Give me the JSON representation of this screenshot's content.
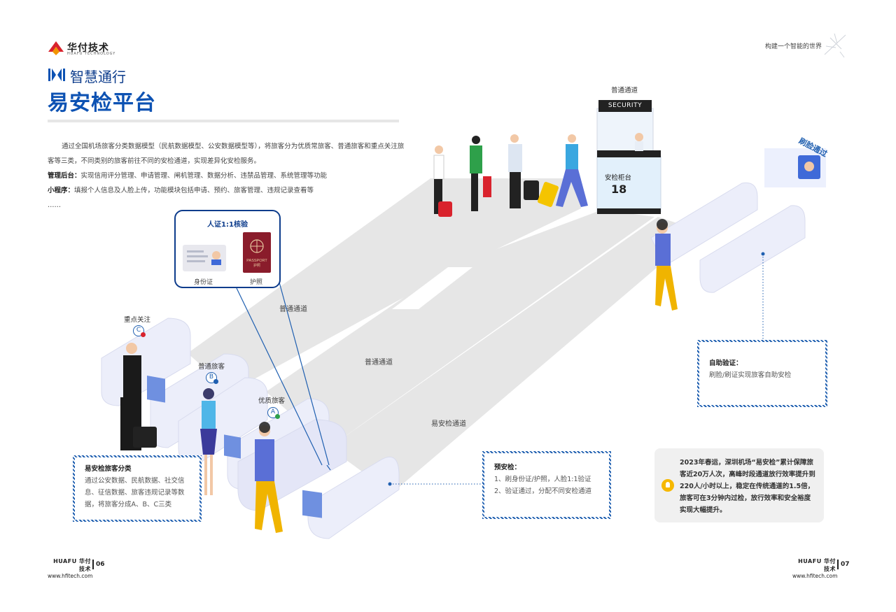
{
  "header": {
    "logo_text": "华付技术",
    "logo_sub": "HUAFU TECHNOLOGY",
    "slogan": "构建一个智能的世界"
  },
  "section": {
    "subtitle": "智慧通行",
    "title": "易安检平台"
  },
  "intro": {
    "paragraph": "通过全国机场旅客分类数据模型（民航数据模型、公安数据模型等），将旅客分为优质常旅客、普通旅客和重点关注旅客等三类，不同类别的旅客前往不同的安检通道，实现差异化安检服务。",
    "admin_label": "管理后台：",
    "admin_text": "实现信用评分管理、申请管理、闸机管理、数据分析、违禁品管理、系统管理等功能",
    "mini_label": "小程序：",
    "mini_text": "填报个人信息及人脸上传，功能模块包括申请、预约、旅客管理、违规记录查看等",
    "ellipsis": "……"
  },
  "scene": {
    "lane_normal_1": "普通通道",
    "lane_normal_2": "普通通道",
    "lane_easy": "易安检通道",
    "top_lane": "普通通道",
    "security_sign": "SECURITY",
    "counter_label": "安检柜台",
    "counter_number": "18",
    "face_pass": "刷脸通过"
  },
  "callout": {
    "title": "人证1:1核验",
    "id_label": "身份证",
    "passport_label": "护照",
    "passport_text": "PASSPORT",
    "passport_cn": "护照"
  },
  "passengers": {
    "focus_label": "重点关注",
    "focus_badge": "C",
    "normal_label": "普通旅客",
    "normal_badge": "B",
    "premium_label": "优质旅客",
    "premium_badge": "A"
  },
  "boxes": {
    "classify_title": "易安检旅客分类",
    "classify_text": "通过公安数据、民航数据、社交信息、征信数据、旅客违规记录等数据，将旅客分成A、B、C三类",
    "precheck_title": "预安检：",
    "precheck_line1": "1、刷身份证/护照，人脸1:1验证",
    "precheck_line2": "2、验证通过，分配不同安检通道",
    "self_title": "自助验证：",
    "self_text": "刷脸/刷证实现旅客自助安检",
    "tip_text": "2023年春运，深圳机场“易安检”累计保障旅客近20万人次，高峰时段通道放行效率提升到220人/小时以上，稳定在传统通道的1.5倍，旅客可在3分钟内过检，放行效率和安全裕度实现大幅提升。"
  },
  "footer": {
    "left_brand": "HUAFU 华付技术",
    "left_url": "www.hfitech.com",
    "left_page": "06",
    "right_brand": "HUAFU 华付技术",
    "right_url": "www.hfitech.com",
    "right_page": "07"
  },
  "colors": {
    "brand_blue": "#0d52b3",
    "dark_blue": "#0d3c8c",
    "hatch_blue": "#1f5fb0",
    "floor_gray": "#e6e6e6",
    "gate_lavender": "#e7e8f6"
  }
}
